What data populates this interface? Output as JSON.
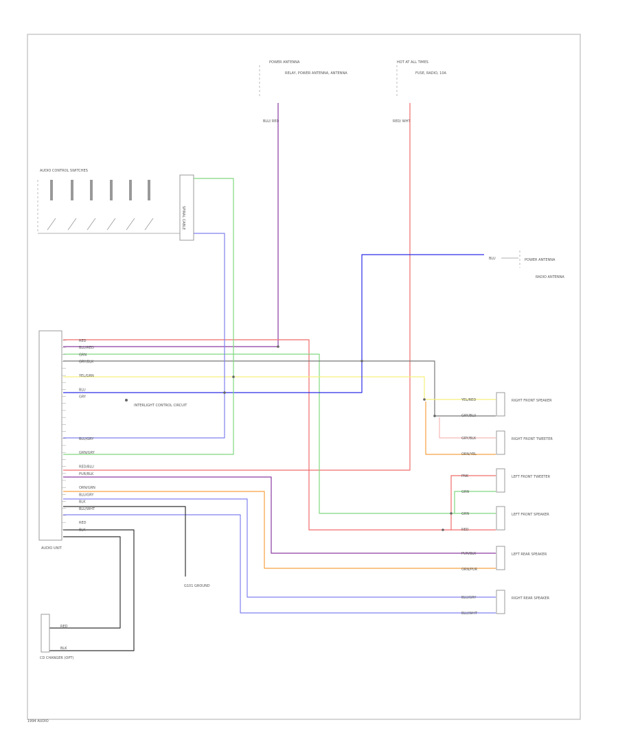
{
  "colors": {
    "red": "#f06a6a",
    "pink": "#f7b7b7",
    "purple": "#8a3aa0",
    "green": "#7fd87f",
    "blue": "#2a2ae8",
    "lightblue": "#7f7ff0",
    "yellow": "#f4f07a",
    "orange": "#f7a040",
    "gray": "#777777",
    "black": "#333333"
  },
  "labels": {
    "ant_top": "POWER ANTENNA",
    "ant_top_pins": "RELAY, POWER ANTENNA, ANTENNA",
    "ant_top_wire": "BLU/ RED",
    "fuse_top": "HOT AT ALL TIMES",
    "fuse_top_pins": "FUSE, RADIO, 10A",
    "fuse_top_wire": "RED/ WHT",
    "steering_sw": "AUDIO CONTROL SWITCHES",
    "spiral": "SPIRAL CABLE",
    "antenna_right": "POWER ANTENNA",
    "antenna_right_wire": "BLU",
    "antenna_right_note": "RADIO ANTENNA",
    "audio_unit": "AUDIO UNIT",
    "illum_note": "INTERLIGHT CONTROL CIRCUIT",
    "ground": "G101 GROUND",
    "cd_changer": "CD CHANGER (OPT)",
    "rf_spk": "RIGHT FRONT SPEAKER",
    "rf_tw": "RIGHT FRONT TWEETER",
    "lf_tw": "LEFT FRONT TWEETER",
    "lf_spk": "LEFT FRONT SPEAKER",
    "lr_spk": "LEFT REAR SPEAKER",
    "rr_spk": "RIGHT REAR SPEAKER",
    "footer": "1994 AUDIO"
  },
  "audio_pins": [
    "RED",
    "BLU/RED",
    "GRN",
    "GRY/BLK",
    "",
    "YEL/GRN",
    "",
    "BLU",
    "GRY",
    "",
    "",
    "",
    "",
    "",
    "BLU/GRY",
    "",
    "GRN/GRY",
    "",
    "RED/BLU",
    "PUR/BLK",
    "",
    "ORN/GRN",
    "BLU/GRY",
    "BLK",
    "BLU/WHT",
    "",
    "RED",
    "BLK"
  ],
  "speaker_wires": {
    "rf_a": "YEL/RED",
    "rf_b": "GRY/BLU",
    "rt_a": "GRY/BLK",
    "rt_b": "ORN/YEL",
    "lt_a": "PNK",
    "lt_b": "GRN",
    "lf_a": "GRN",
    "lf_b": "RED",
    "lr_a": "PUR/BLK",
    "lr_b": "ORN/PUR",
    "rr_a": "BLU/GRY",
    "rr_b": "BLU/WHT",
    "cd_a": "RED",
    "cd_b": "BLK"
  }
}
